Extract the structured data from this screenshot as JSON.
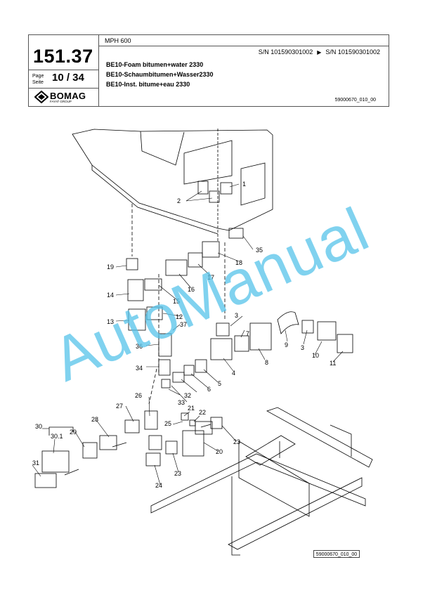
{
  "header": {
    "section_number": "151.37",
    "page_label_1": "Page",
    "page_label_2": "Seite",
    "page": "10 / 34",
    "model": "MPH 600",
    "serial_from": "S/N 101590301002",
    "serial_to": "S/N 101590301002",
    "title_en": "BE10-Foam bitumen+water 2330",
    "title_de": "BE10-Schaumbitumen+Wasser2330",
    "title_fr": "BE10-Inst. bitume+eau 2330",
    "doc_ref": "59000670_010_00"
  },
  "logo": {
    "name": "BOMAG",
    "subtitle": "FAYAT GROUP"
  },
  "drawing_ref": "59000670_010_00",
  "watermark": "AutoManual",
  "callouts": [
    "1",
    "2",
    "3",
    "3",
    "4",
    "5",
    "6",
    "7",
    "8",
    "9",
    "10",
    "11",
    "12",
    "13",
    "14",
    "15",
    "16",
    "17",
    "18",
    "19",
    "20",
    "21",
    "22",
    "23",
    "23",
    "24",
    "25",
    "26",
    "27",
    "28",
    "29",
    "30",
    "30.1",
    "31",
    "32",
    "33",
    "34",
    "35",
    "36",
    "37"
  ]
}
